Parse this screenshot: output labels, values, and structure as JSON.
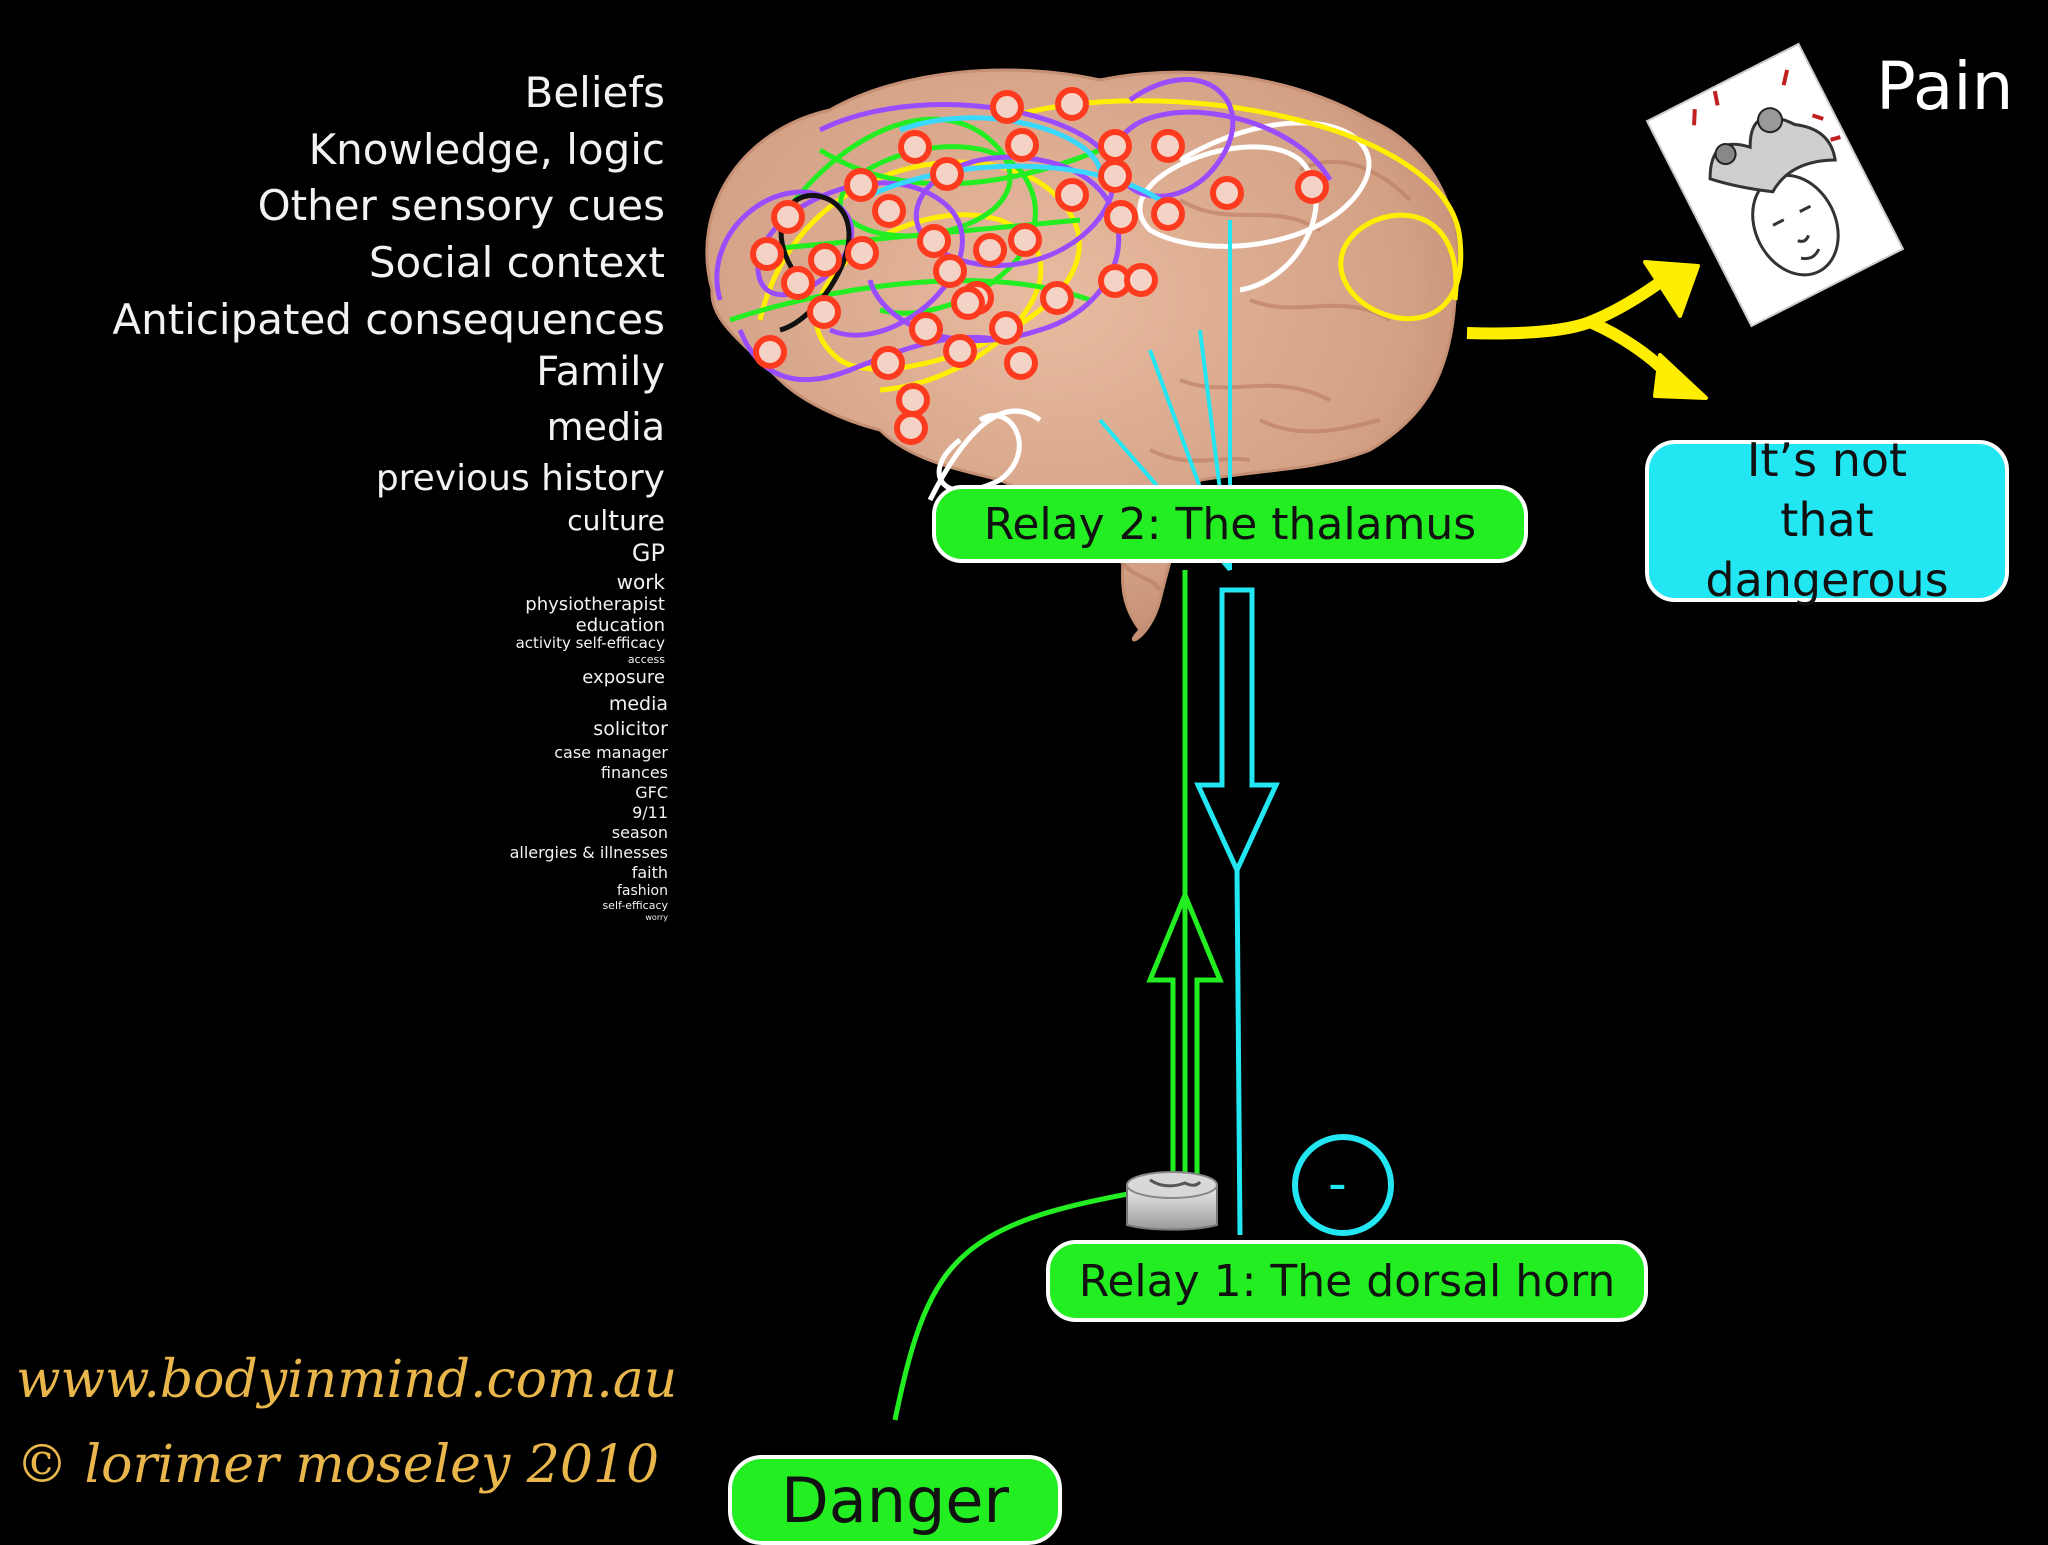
{
  "slide": {
    "factors": [
      "Beliefs",
      "Knowledge, logic",
      "Other sensory cues",
      "Social context",
      "Anticipated consequences",
      "Family",
      "media",
      "previous history",
      "culture",
      "GP",
      "work",
      "physiotherapist",
      "education",
      "activity self-efficacy",
      "access",
      "exposure",
      "media",
      "solicitor",
      "case manager",
      "finances",
      "GFC",
      "9/11",
      "season",
      "allergies & illnesses",
      "faith",
      "fashion",
      "self-efficacy",
      "worry"
    ],
    "pain_label": "Pain",
    "safe_message": "It’s not that dangerous",
    "relay2_label": "Relay 2: The thalamus",
    "relay1_label": "Relay 1: The dorsal horn",
    "inhibition_symbol": "-",
    "danger_label": "Danger",
    "website": "www.bodyinmind.com.au",
    "copyright": "© lorimer moseley 2010"
  },
  "colors": {
    "background": "#000000",
    "relay_green": "#22ee22",
    "descending_cyan": "#22e6f2",
    "output_yellow": "#ffee00",
    "node_red": "#ff3b1f",
    "credit_gold": "#e8b64a",
    "brain_tissue": "#dcab8e"
  },
  "icons": {
    "pain_image": "pain-illustration-icon",
    "brain": "brain-icon",
    "dorsal_horn": "spinal-cord-disc-icon"
  }
}
